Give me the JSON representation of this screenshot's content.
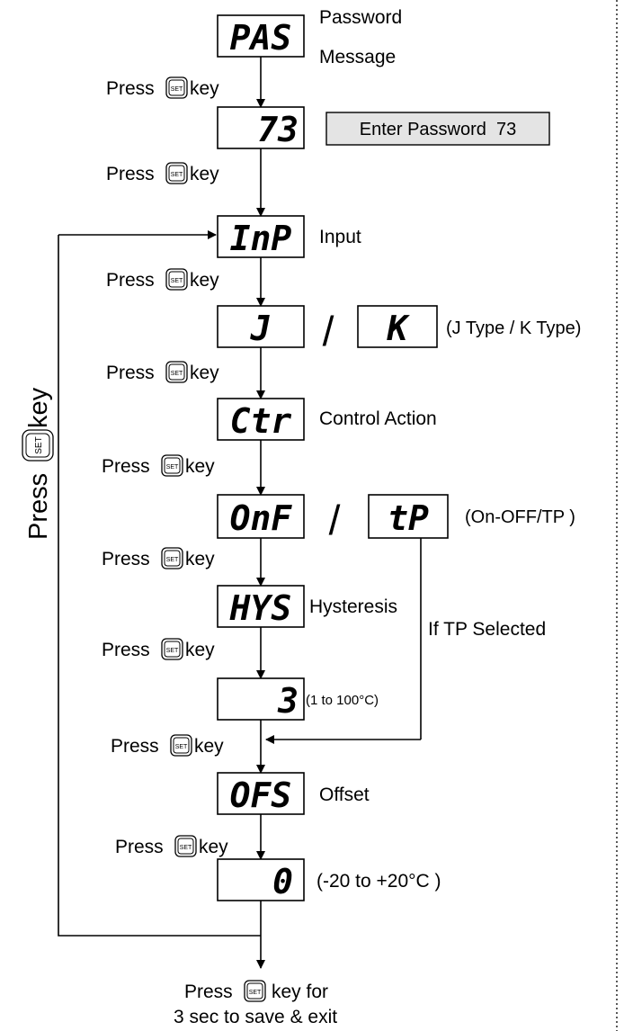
{
  "password_step": {
    "display": "PAS",
    "label_line1": "Password",
    "label_line2": "Message"
  },
  "password_entry": {
    "display": "73",
    "note": "Enter Password  73"
  },
  "input_step": {
    "display": "InP",
    "label": "Input"
  },
  "input_options": {
    "display_a": "J",
    "separator": "/",
    "display_b": "K",
    "label": "(J Type / K Type)"
  },
  "control_step": {
    "display": "Ctr",
    "label": "Control Action"
  },
  "control_options": {
    "display_a": "OnF",
    "separator": "/",
    "display_b": "tP",
    "label": "(On-OFF/TP )"
  },
  "hysteresis_step": {
    "display": "HYS",
    "label": "Hysteresis",
    "branch_note": "If TP Selected"
  },
  "hysteresis_value": {
    "display": "3",
    "range": "(1 to 100°C)"
  },
  "offset_step": {
    "display": "OFS",
    "label": "Offset"
  },
  "offset_value": {
    "display": "0",
    "range": "(-20 to +20°C )"
  },
  "press": {
    "word": "Press",
    "key": "key",
    "key_icon": "set-key-icon",
    "key_text": "SET"
  },
  "loop_label": {
    "word": "Press",
    "key": "key"
  },
  "exit": {
    "line1_prefix": "Press",
    "line1_suffix": "key for",
    "line2": "3 sec to save & exit"
  }
}
